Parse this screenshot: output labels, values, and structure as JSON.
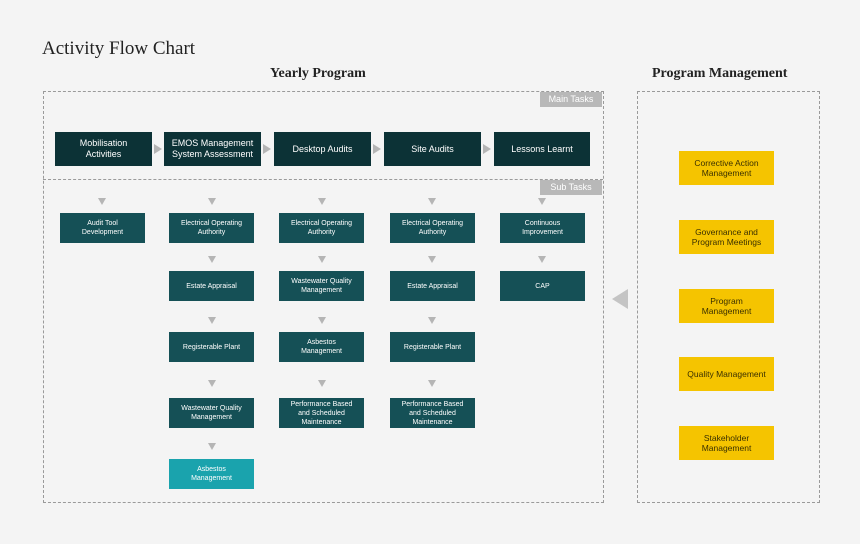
{
  "title": "Activity Flow Chart",
  "yearly_program": {
    "heading": "Yearly Program",
    "main_tasks_tag": "Main Tasks",
    "sub_tasks_tag": "Sub Tasks",
    "main_tasks": [
      "Mobilisation\nActivities",
      "EMOS Management\nSystem Assessment",
      "Desktop Audits",
      "Site Audits",
      "Lessons Learnt"
    ],
    "sub_tasks": {
      "col1": [
        "Audit Tool\nDevelopment"
      ],
      "col2": [
        "Electrical Operating\nAuthority",
        "Estate Appraisal",
        "Registerable Plant",
        "Wastewater Quality\nManagement",
        "Asbestos\nManagement"
      ],
      "col3": [
        "Electrical Operating\nAuthority",
        "Wastewater Quality\nManagement",
        "Asbestos\nManagement",
        "Performance Based\nand Scheduled\nMaintenance"
      ],
      "col4": [
        "Electrical Operating\nAuthority",
        "Estate Appraisal",
        "Registerable Plant",
        "Performance Based\nand Scheduled\nMaintenance"
      ],
      "col5": [
        "Continuous\nImprovement",
        "CAP"
      ]
    }
  },
  "program_management": {
    "heading": "Program Management",
    "items": [
      "Corrective Action\nManagement",
      "Governance and\nProgram Meetings",
      "Program\nManagement",
      "Quality Management",
      "Stakeholder\nManagement"
    ]
  },
  "colors": {
    "main_task": "#0c3236",
    "sub_task": "#155056",
    "sub_task_highlight": "#1aa3ad",
    "program_management": "#f5c400",
    "connector": "#b5b5b5"
  }
}
